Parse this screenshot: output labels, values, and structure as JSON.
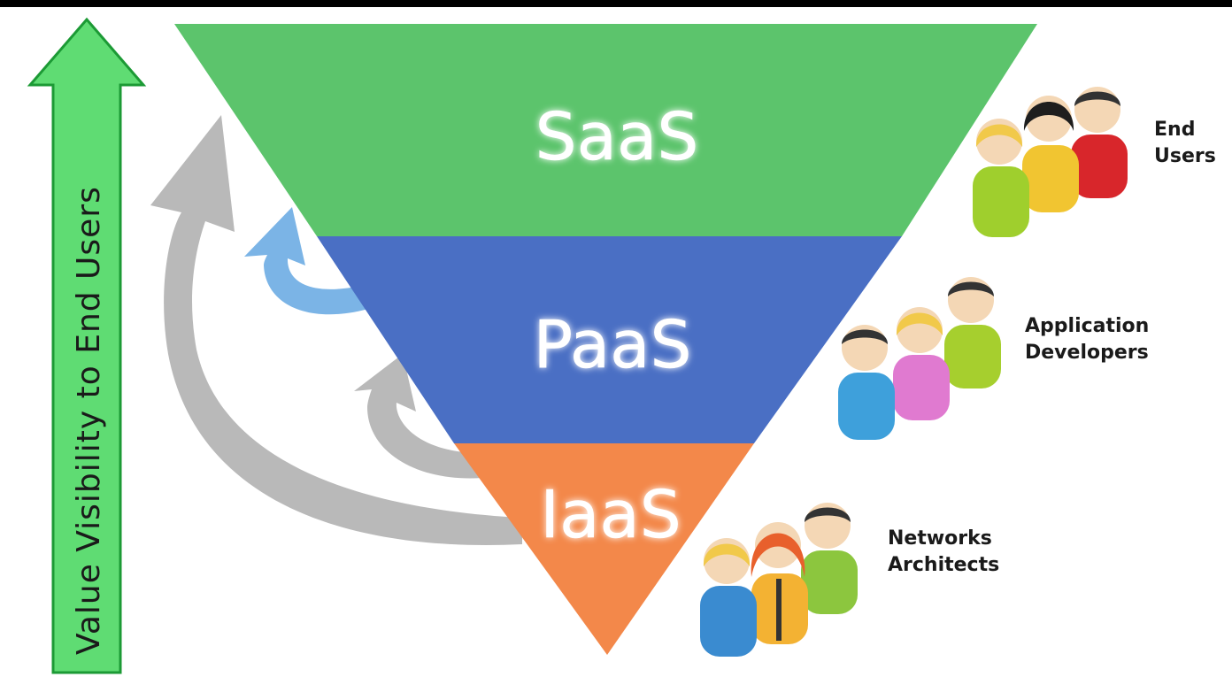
{
  "axis": {
    "label": "Value Visibility to End Users"
  },
  "layers": [
    {
      "label": "SaaS",
      "color": "#5cc46c"
    },
    {
      "label": "PaaS",
      "color": "#4a6fc4"
    },
    {
      "label": "IaaS",
      "color": "#f3884a"
    }
  ],
  "roles": [
    {
      "lines": [
        "End",
        "Users"
      ]
    },
    {
      "lines": [
        "Application",
        "Developers"
      ]
    },
    {
      "lines": [
        "Networks",
        "Architects"
      ]
    }
  ],
  "colors": {
    "axis_arrow_fill": "#5fdc73",
    "axis_arrow_stroke": "#1c9a35",
    "cycle_arrow_gray": "#b9b9b9",
    "cycle_arrow_blue": "#7bb4e6"
  }
}
